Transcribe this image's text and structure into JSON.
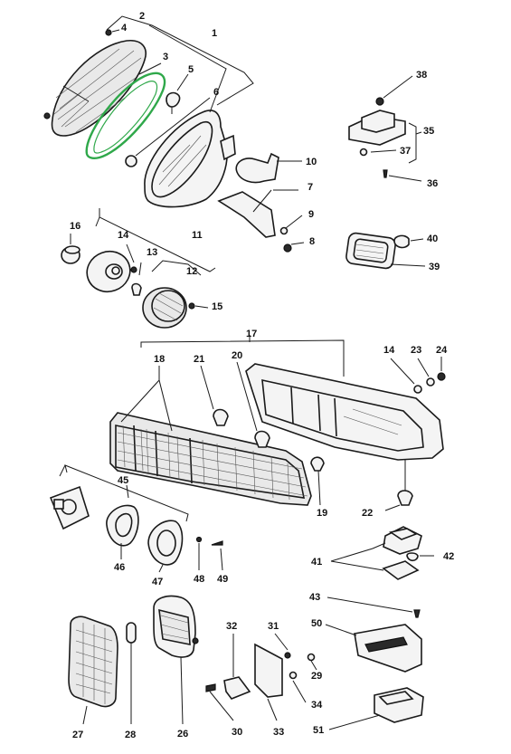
{
  "labels": {
    "p1": "1",
    "p2": "2",
    "p3": "3",
    "p4": "4",
    "p5": "5",
    "p6": "6",
    "p7": "7",
    "p8": "8",
    "p9": "9",
    "p10": "10",
    "p11": "11",
    "p12": "12",
    "p13": "13",
    "p14a": "14",
    "p14b": "14",
    "p15": "15",
    "p16": "16",
    "p17": "17",
    "p18": "18",
    "p19": "19",
    "p20": "20",
    "p21": "21",
    "p22": "22",
    "p23": "23",
    "p24": "24",
    "p26": "26",
    "p27": "27",
    "p28": "28",
    "p29": "29",
    "p30": "30",
    "p31": "31",
    "p32": "32",
    "p33": "33",
    "p34": "34",
    "p35": "35",
    "p36": "36",
    "p37": "37",
    "p38": "38",
    "p39": "39",
    "p40": "40",
    "p41": "41",
    "p42": "42",
    "p43": "43",
    "p45": "45",
    "p46": "46",
    "p47": "47",
    "p48": "48",
    "p49": "49",
    "p50": "50",
    "p51": "51"
  },
  "highlight_color": "#2fa84a"
}
